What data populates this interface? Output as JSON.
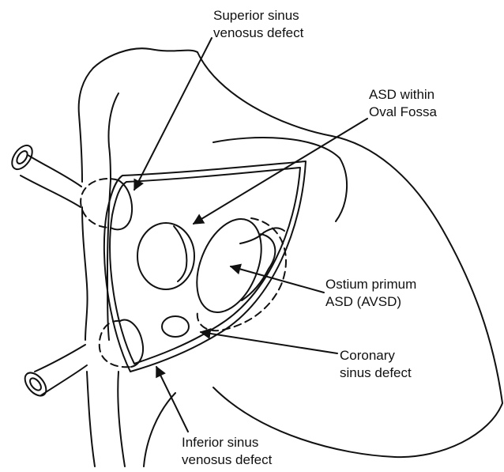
{
  "diagram": {
    "stroke_color": "#111111",
    "background": "#ffffff",
    "labels": {
      "superior": {
        "line1": "Superior sinus",
        "line2": "venosus defect"
      },
      "asd_oval": {
        "line1": "ASD within",
        "line2": "Oval Fossa"
      },
      "ostium": {
        "line1": "Ostium primum",
        "line2": "ASD (AVSD)"
      },
      "coronary": {
        "line1": "Coronary",
        "line2": "sinus defect"
      },
      "inferior": {
        "line1": "Inferior sinus",
        "line2": "venosus defect"
      }
    }
  }
}
